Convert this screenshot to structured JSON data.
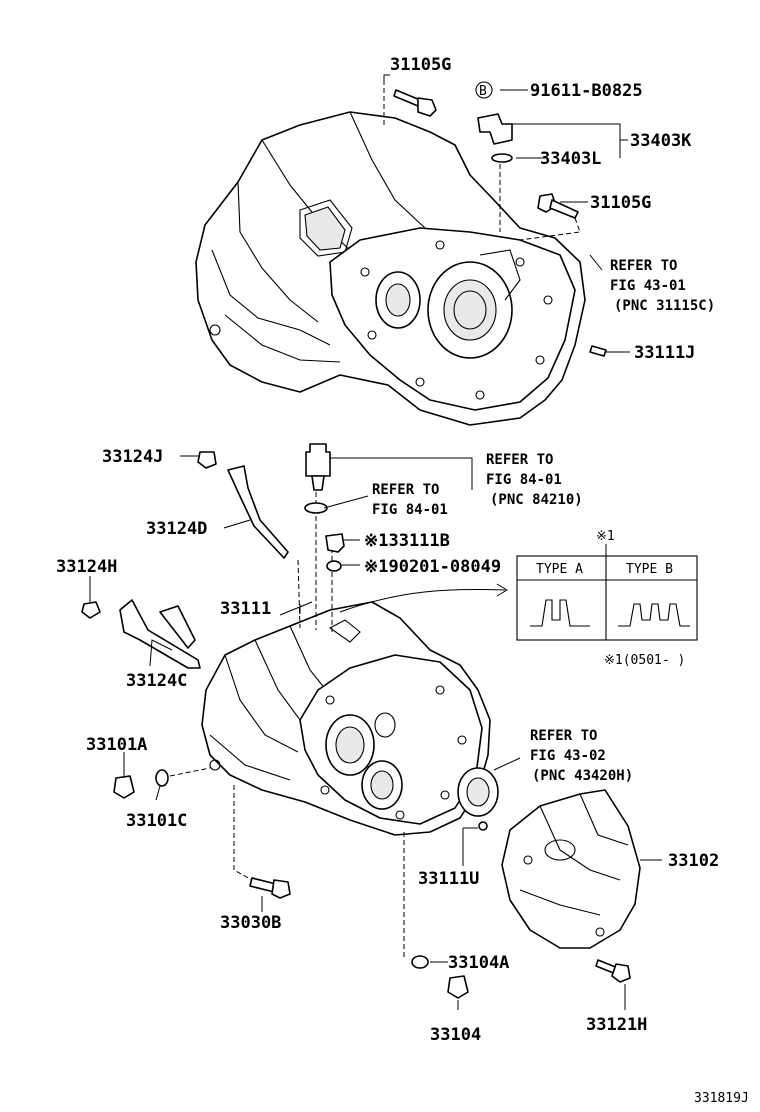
{
  "parts": {
    "p31105g_top": "31105G",
    "p91611": "91611-B0825",
    "p91611_badge": "B",
    "p33403k": "33403K",
    "p33403l": "33403L",
    "p31105g_mid": "31105G",
    "p33111j": "33111J",
    "p33124j": "33124J",
    "p33124d": "33124D",
    "p33124h": "33124H",
    "p33124c": "33124C",
    "p33111": "33111",
    "p33111b": "※133111B",
    "p190201": "※190201-08049",
    "p33101a": "33101A",
    "p33101c": "33101C",
    "p33030b": "33030B",
    "p33111u": "33111U",
    "p33104a": "33104A",
    "p33104": "33104",
    "p33102": "33102",
    "p33121h": "33121H"
  },
  "refs": {
    "r43_01": [
      "REFER TO",
      "FIG 43-01",
      "(PNC 31115C)"
    ],
    "r84_01_a": [
      "REFER TO",
      "FIG 84-01",
      "(PNC 84210)"
    ],
    "r84_01_b": [
      "REFER TO",
      "FIG 84-01"
    ],
    "r43_02": [
      "REFER TO",
      "FIG 43-02",
      "(PNC 43420H)"
    ]
  },
  "type_box": {
    "mark": "※1",
    "type_a": "TYPE A",
    "type_b": "TYPE B",
    "note": "※1(0501-        )"
  },
  "figure_id": "331819J"
}
